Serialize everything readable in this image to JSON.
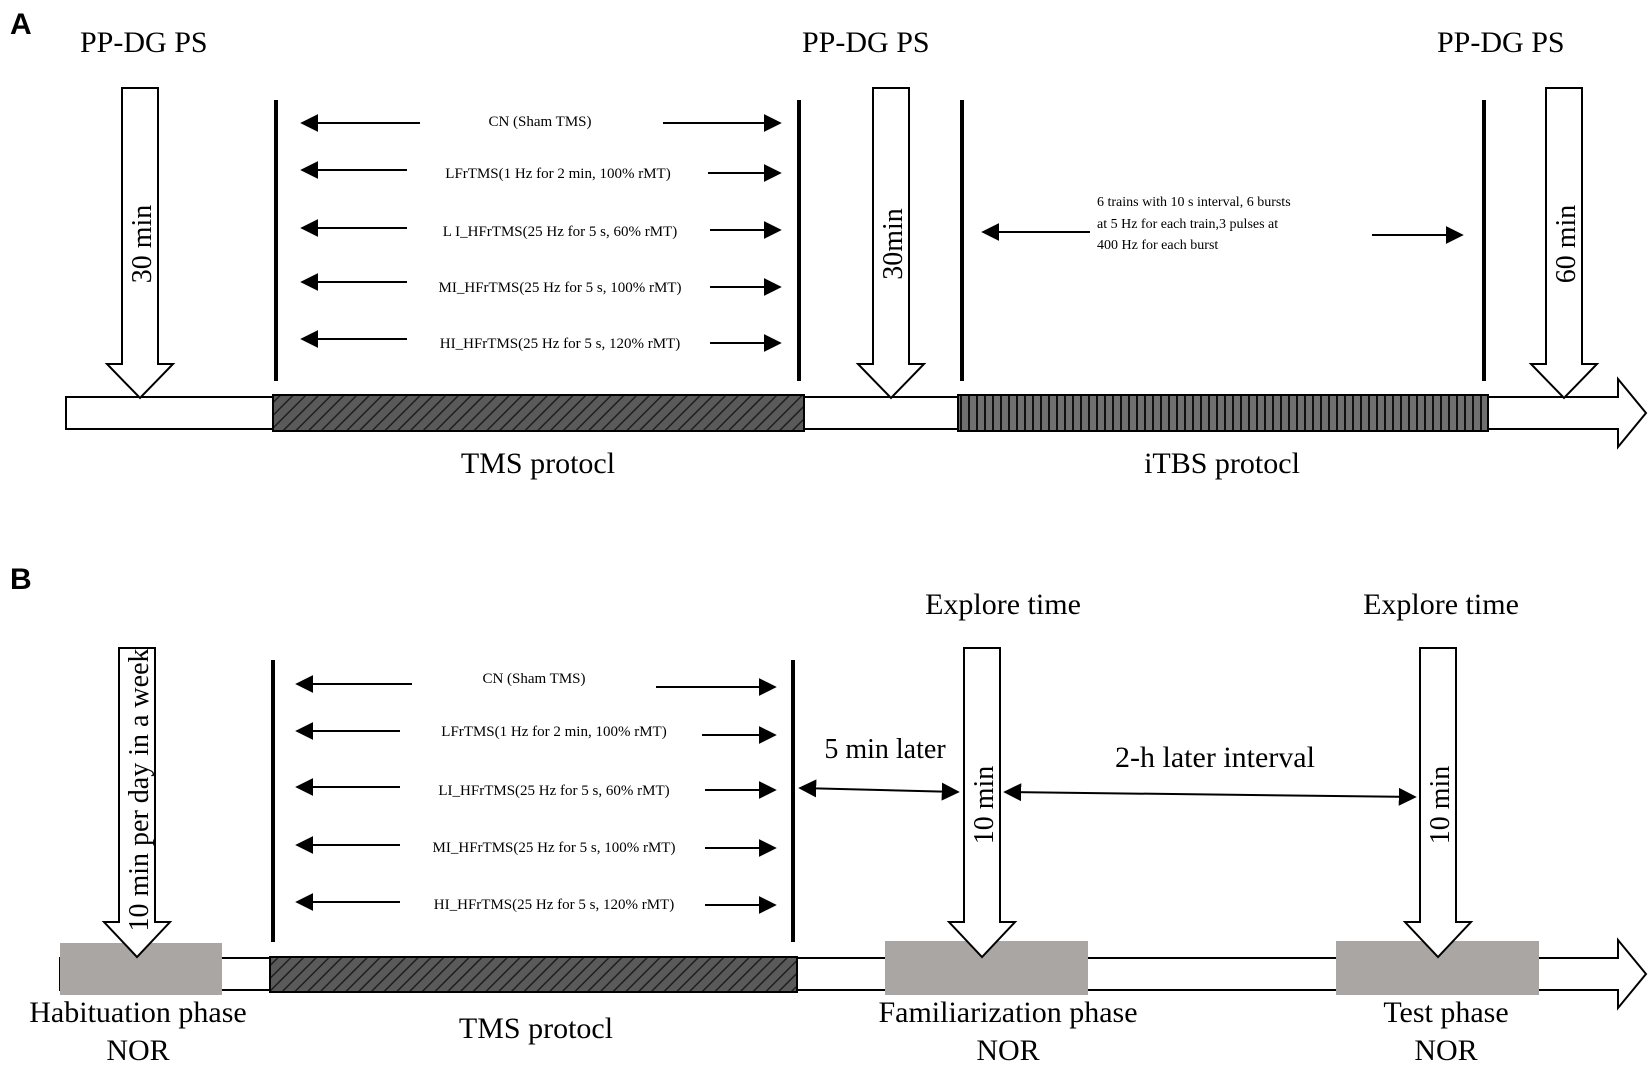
{
  "panel_a": {
    "label": "A",
    "pp_dg_ps_1": "PP-DG PS",
    "pp_dg_ps_2": "PP-DG PS",
    "pp_dg_ps_3": "PP-DG PS",
    "arrow_1_label": "30 min",
    "arrow_2_label": "30min",
    "arrow_3_label": "60 min",
    "protocols": [
      "CN  (Sham TMS)",
      "LFrTMS(1 Hz for 2 min, 100% rMT)",
      "L I_HFrTMS(25 Hz for 5 s, 60% rMT)",
      "MI_HFrTMS(25 Hz for 5 s, 100% rMT)",
      "HI_HFrTMS(25 Hz for 5 s, 120% rMT)"
    ],
    "itbs_desc": [
      "6 trains with 10 s interval, 6 bursts",
      "at 5 Hz for each train,3 pulses at",
      "400 Hz for each burst"
    ],
    "tms_caption": "TMS protocl",
    "itbs_caption": "iTBS protocl"
  },
  "panel_b": {
    "label": "B",
    "habituation_arrow_label": "10 min per day in a week",
    "explore_1": "Explore time",
    "explore_2": "Explore time",
    "ten_min_1": "10 min",
    "ten_min_2": "10 min",
    "five_min_later": "5 min later",
    "two_h_later": "2-h later interval",
    "protocols": [
      "CN  (Sham TMS)",
      "LFrTMS(1 Hz for 2 min, 100% rMT)",
      "LI_HFrTMS(25 Hz for 5 s, 60% rMT)",
      "MI_HFrTMS(25 Hz for 5 s, 100% rMT)",
      "HI_HFrTMS(25 Hz for 5 s, 120% rMT)"
    ],
    "habituation_caption": "Habituation phase",
    "habituation_sub": "NOR",
    "tms_caption": "TMS protocl",
    "familiarization_caption": "Familiarization phase",
    "familiarization_sub": "NOR",
    "test_caption": "Test phase",
    "test_sub": "NOR"
  },
  "colors": {
    "phase_box": "#aaa6a4",
    "hatch_fill": "#555555",
    "line": "#000000"
  }
}
